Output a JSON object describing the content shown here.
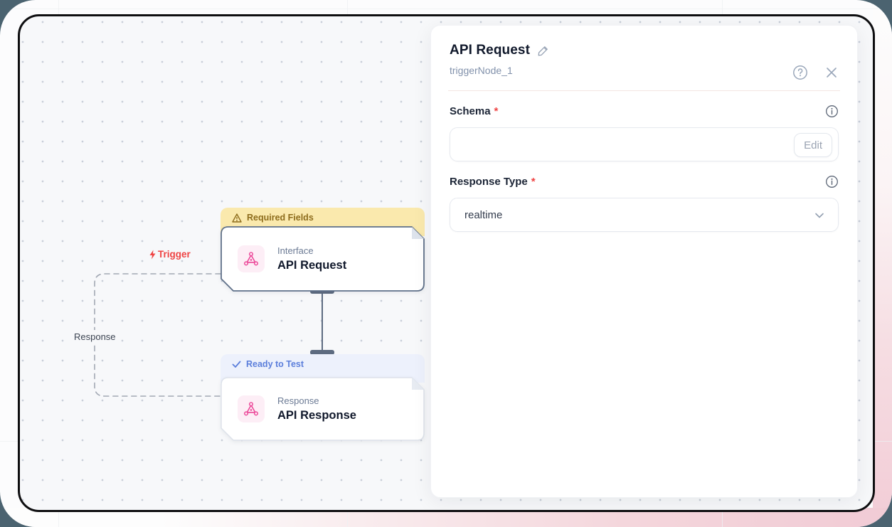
{
  "panel": {
    "title": "API Request",
    "subtitle": "triggerNode_1",
    "icons": {
      "help": "question-circle",
      "close": "x",
      "edit_title": "pencil",
      "info": "info-circle"
    },
    "fields": {
      "schema": {
        "label": "Schema",
        "required_marker": "*",
        "value": "",
        "edit_button": "Edit"
      },
      "response_type": {
        "label": "Response Type",
        "required_marker": "*",
        "value": "realtime"
      }
    }
  },
  "canvas": {
    "nodes": [
      {
        "badge": "Required Fields",
        "badge_icon": "warning-triangle",
        "type": "Interface",
        "title": "API Request",
        "icon": "interface-node"
      },
      {
        "badge": "Ready to Test",
        "badge_icon": "check",
        "type": "Response",
        "title": "API Response",
        "icon": "response-node"
      }
    ],
    "edge_labels": {
      "trigger": "Trigger",
      "response": "Response"
    }
  },
  "colors": {
    "node_accent_pink": "#ec4899",
    "warning_badge_bg": "#fae9ad",
    "warning_badge_text": "#8d6c1c",
    "ready_badge_bg": "#edf1fc",
    "ready_badge_text": "#5b7edb",
    "trigger_label": "#ef4444",
    "selected_node_border": "#5f7089",
    "canvas_bg": "#f7f8fa",
    "frame_border": "#0e0e10",
    "page_pink": "#f1cbd5"
  }
}
